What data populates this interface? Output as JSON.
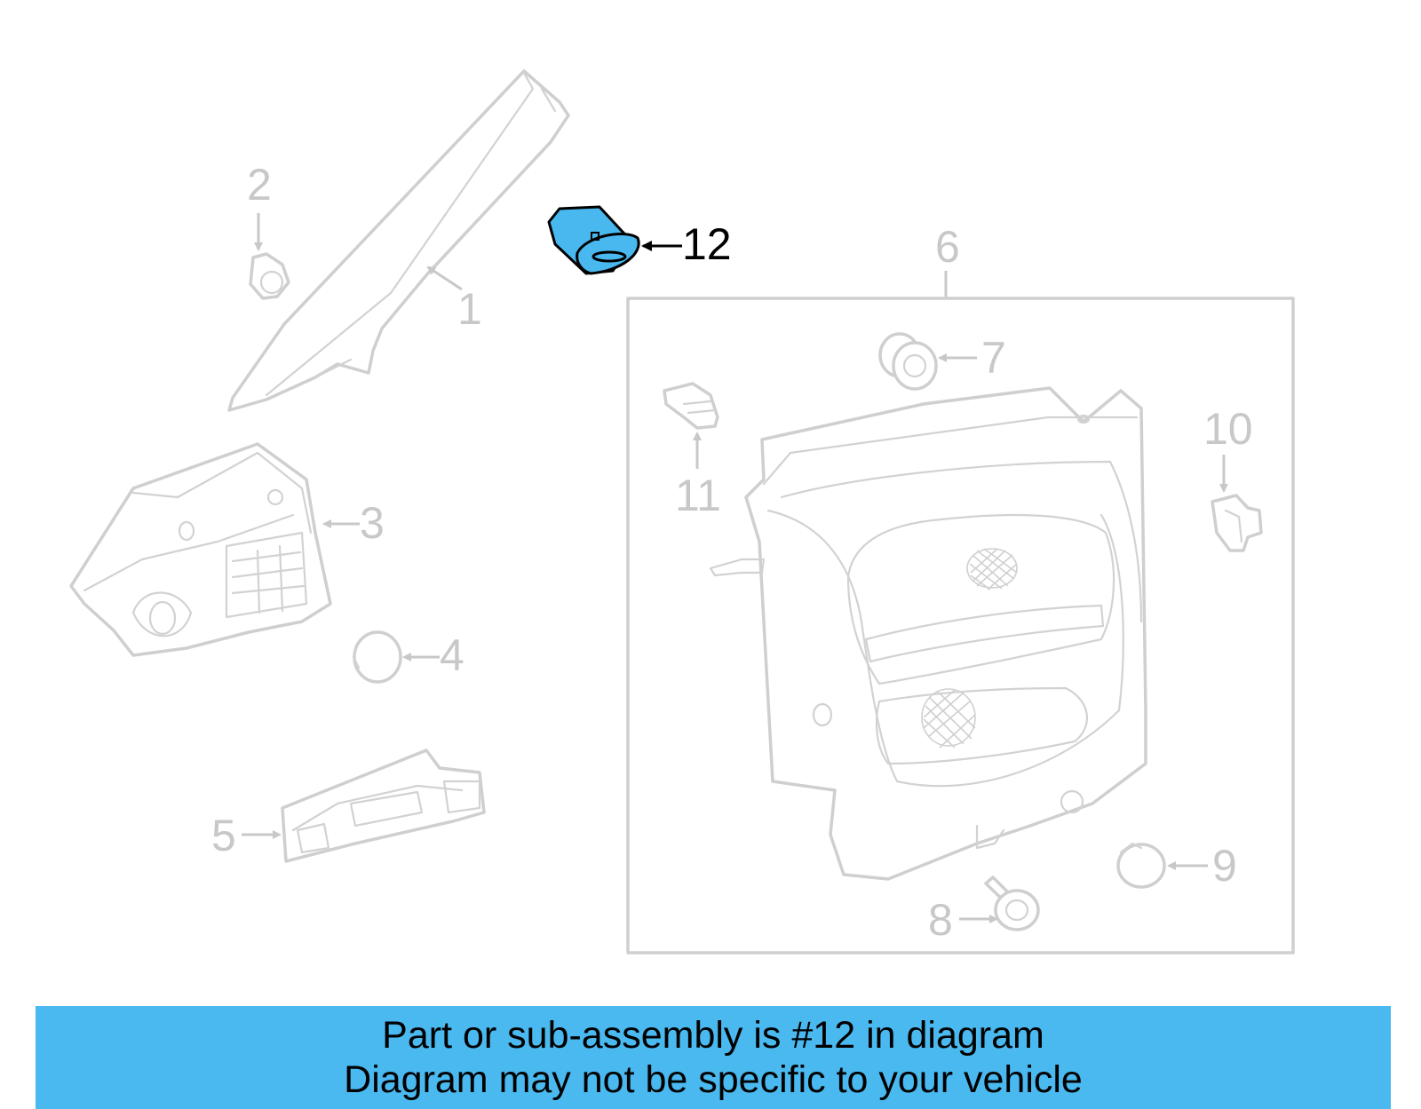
{
  "callouts": {
    "c1": "1",
    "c2": "2",
    "c3": "3",
    "c4": "4",
    "c5": "5",
    "c6": "6",
    "c7": "7",
    "c8": "8",
    "c9": "9",
    "c10": "10",
    "c11": "11",
    "c12": "12"
  },
  "highlighted_part": "12",
  "colors": {
    "highlight": "#4ab9f0",
    "parts_line": "#cfcfcf",
    "label_gray": "#c8c8c8"
  },
  "banner": {
    "line1": "Part or sub-assembly is #12 in diagram",
    "line2": "Diagram may not be specific to your vehicle"
  }
}
